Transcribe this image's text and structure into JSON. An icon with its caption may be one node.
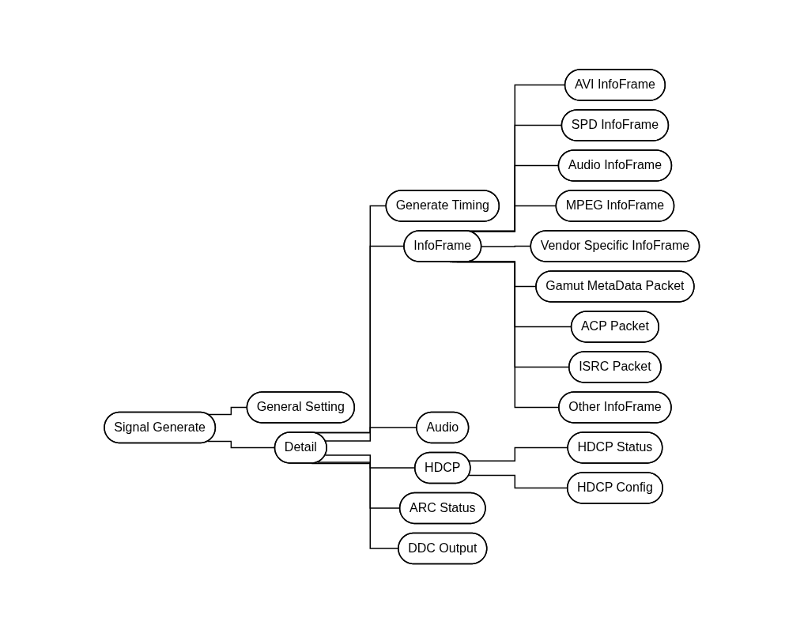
{
  "diagram": {
    "nodes": [
      {
        "text": [
          "Signal Generate"
        ]
      },
      {
        "text": [
          "General Setting"
        ]
      },
      {
        "text": [
          "Detail"
        ]
      },
      {
        "text": [
          "Generate Timing"
        ]
      },
      {
        "text": [
          "InfoFrame"
        ]
      },
      {
        "text": [
          "AVI InfoFrame"
        ]
      },
      {
        "text": [
          "SPD InfoFrame"
        ]
      },
      {
        "text": [
          "Audio InfoFrame"
        ]
      },
      {
        "text": [
          "MPEG InfoFrame"
        ]
      },
      {
        "text": [
          "Vendor Specific InfoFrame"
        ]
      },
      {
        "text": [
          "Gamut MetaData Packet"
        ]
      },
      {
        "text": [
          "ACP Packet"
        ]
      },
      {
        "text": [
          "ISRC Packet"
        ]
      },
      {
        "text": [
          "Other InfoFrame"
        ]
      },
      {
        "text": [
          "Audio"
        ]
      },
      {
        "text": [
          "HDCP"
        ]
      },
      {
        "text": [
          "HDCP Status"
        ]
      },
      {
        "text": [
          "HDCP Config"
        ]
      },
      {
        "text": [
          "ARC Status"
        ]
      },
      {
        "text": [
          "DDC Output"
        ]
      }
    ],
    "edges": [
      {
        "from": 0,
        "to": 1,
        "arrow": "none"
      },
      {
        "from": 0,
        "to": 2,
        "arrow": "none"
      },
      {
        "from": 2,
        "to": 3,
        "arrow": "none"
      },
      {
        "from": 2,
        "to": 4,
        "arrow": "none"
      },
      {
        "from": 4,
        "to": 5,
        "arrow": "none"
      },
      {
        "from": 4,
        "to": 6,
        "arrow": "none"
      },
      {
        "from": 4,
        "to": 7,
        "arrow": "none"
      },
      {
        "from": 4,
        "to": 8,
        "arrow": "none"
      },
      {
        "from": 4,
        "to": 9,
        "arrow": "none"
      },
      {
        "from": 4,
        "to": 10,
        "arrow": "none"
      },
      {
        "from": 4,
        "to": 11,
        "arrow": "none"
      },
      {
        "from": 4,
        "to": 12,
        "arrow": "none"
      },
      {
        "from": 4,
        "to": 13,
        "arrow": "none"
      },
      {
        "from": 2,
        "to": 14,
        "arrow": "none"
      },
      {
        "from": 2,
        "to": 15,
        "arrow": "none"
      },
      {
        "from": 15,
        "to": 16,
        "arrow": "none"
      },
      {
        "from": 15,
        "to": 17,
        "arrow": "none"
      },
      {
        "from": 2,
        "to": 18,
        "arrow": "none"
      },
      {
        "from": 2,
        "to": 19,
        "arrow": "none"
      }
    ]
  }
}
